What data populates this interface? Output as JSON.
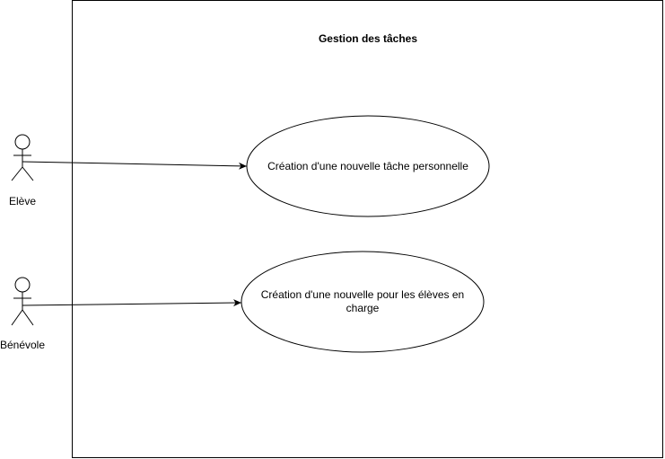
{
  "system": {
    "title": "Gestion des tâches"
  },
  "actors": [
    {
      "name": "Elève"
    },
    {
      "name": "Bénévole"
    }
  ],
  "use_cases": [
    {
      "lines": [
        "Création d'une nouvelle tâche personnelle"
      ]
    },
    {
      "lines": [
        "Création d'une nouvelle pour les élèves en",
        "charge"
      ]
    }
  ],
  "colors": {
    "stroke": "#000000",
    "background": "#ffffff"
  }
}
